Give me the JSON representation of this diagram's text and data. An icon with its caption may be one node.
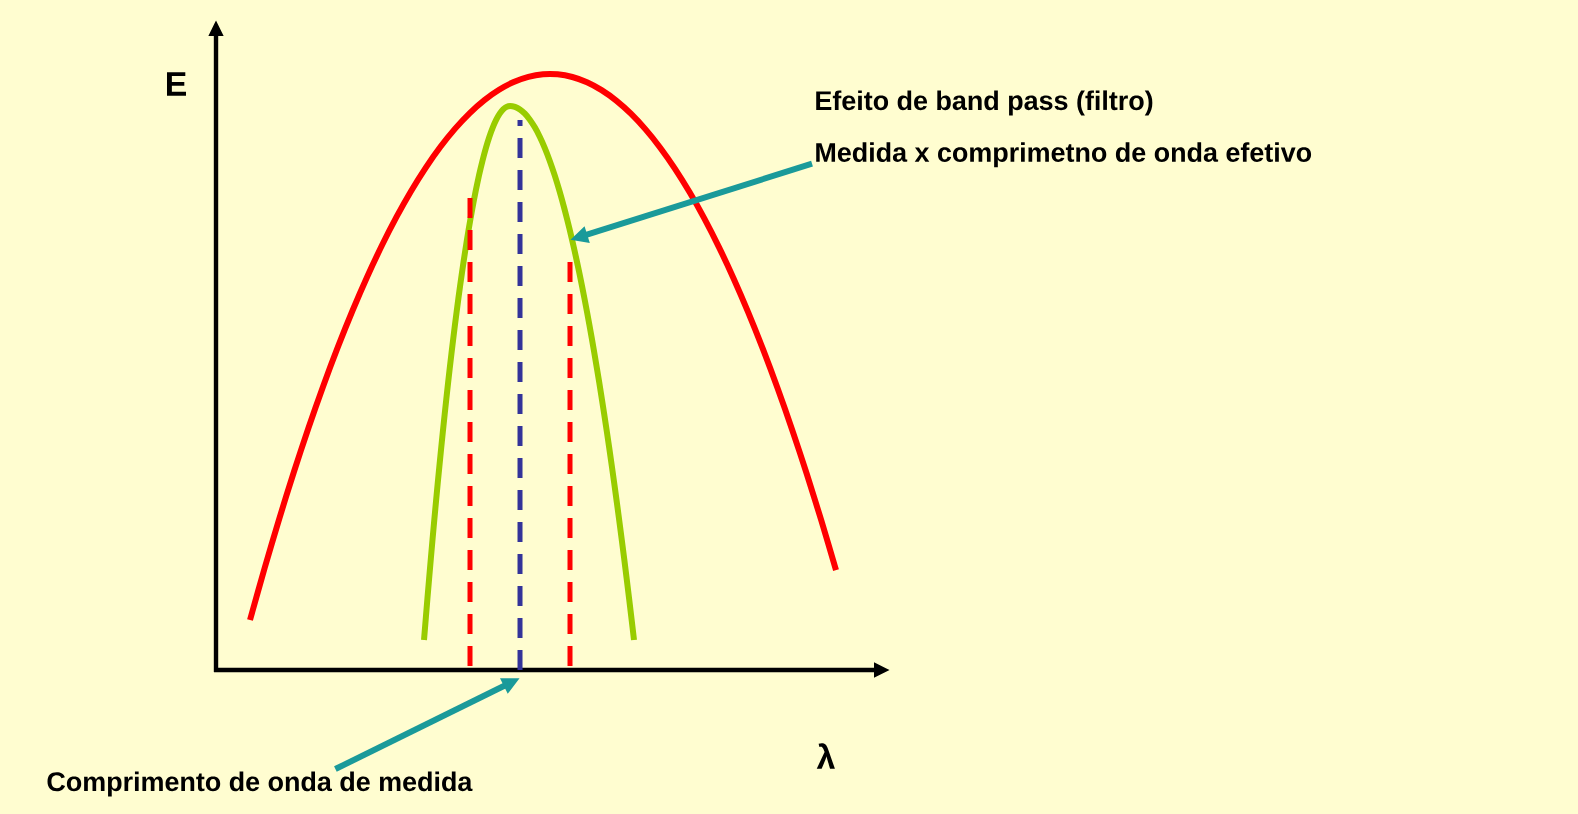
{
  "diagram": {
    "nodes": [
      {
        "text": [
          "Efeito de band pass (filtro)",
          "Medida x comprimetno de onda efetivo"
        ]
      },
      {
        "text": [
          "Comprimento de onda de medida"
        ]
      }
    ],
    "edges": [
      {
        "from": 0,
        "to": null,
        "arrow": "to"
      },
      {
        "from": 1,
        "to": null,
        "arrow": "to"
      }
    ],
    "labels": [
      "E",
      "λ"
    ]
  }
}
